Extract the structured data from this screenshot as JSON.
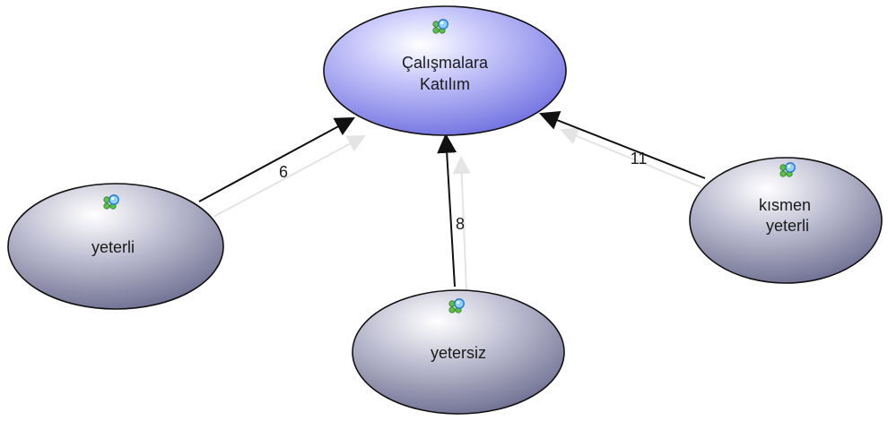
{
  "diagram": {
    "nodes": {
      "center": {
        "label_line1": "Çalışmalara",
        "label_line2": "Katılım",
        "icon": "node-concept-icon"
      },
      "yeterli": {
        "label": "yeterli",
        "icon": "node-concept-icon"
      },
      "yetersiz": {
        "label": "yetersiz",
        "icon": "node-concept-icon"
      },
      "kismen": {
        "label_line1": "kısmen",
        "label_line2": "yeterli",
        "icon": "node-concept-icon"
      }
    },
    "edges": {
      "yeterli_to_center": {
        "label": "6"
      },
      "yetersiz_to_center": {
        "label": "8"
      },
      "kismen_to_center": {
        "label": "11"
      }
    }
  },
  "colors": {
    "center_fill": "#9a9af2",
    "leaf_fill": "#9c9cb8",
    "arrow": "#111111",
    "ghost_arrow": "#e2e2e2",
    "icon_blue": "#3a8ee8",
    "icon_green": "#4caf3a"
  }
}
